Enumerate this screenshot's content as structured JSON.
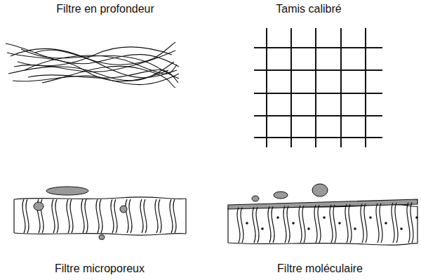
{
  "diagram": {
    "labels": [
      "Filtre en profondeur",
      "Tamis calibré",
      "Filtre microporeux",
      "Filtre moléculaire"
    ]
  }
}
